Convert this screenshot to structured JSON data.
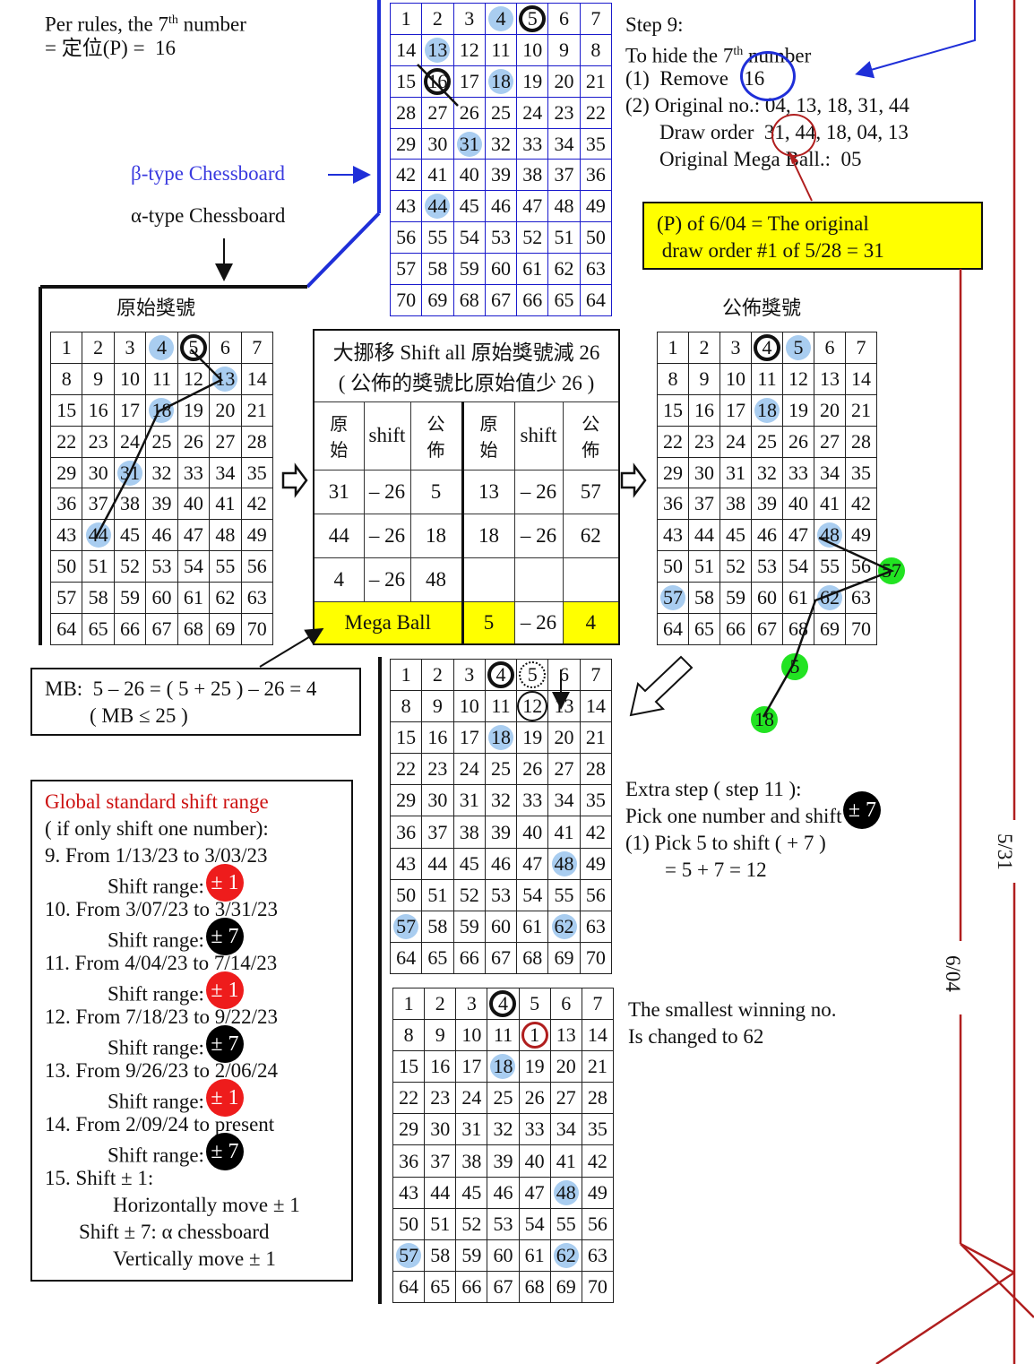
{
  "per_rules": {
    "line1_a": "Per rules, the 7",
    "line1_sup": "th",
    "line1_b": " number",
    "line2": "= 定位(P) =  16"
  },
  "beta_label": "β-type Chessboard",
  "alpha_label": "α-type Chessboard",
  "step9": {
    "l1": "Step 9:",
    "l2_a": "To hide the 7",
    "l2_sup": "th",
    "l2_b": " number",
    "l3": "(1)  Remove   16",
    "l4": "(2) Original no.: 04, 13, 18, 31, 44",
    "l5": "Draw order  31, 44, 18, 04, 13",
    "l6": "Original Mega Ball.:  05"
  },
  "yellow_note": {
    "l1": "(P) of 6/04 = The original",
    "l2": " draw order #1 of 5/28 = 31"
  },
  "orig_title": "原始獎號",
  "pub_title": "公佈獎號",
  "shift_table": {
    "header1": "大挪移 Shift all 原始獎號減 26",
    "header2": "( 公佈的獎號比原始值少 26 )",
    "col_orig": "原\n始",
    "col_shift": "shift",
    "col_pub": "公\n佈",
    "rows": [
      [
        "31",
        "– 26",
        "5",
        "13",
        "– 26",
        "57"
      ],
      [
        "44",
        "– 26",
        "18",
        "18",
        "– 26",
        "62"
      ],
      [
        "4",
        "– 26",
        "48",
        "",
        "",
        ""
      ]
    ],
    "mega_label": "Mega Ball",
    "mega": [
      "5",
      "– 26",
      "4"
    ]
  },
  "mb_box": {
    "l1": "MB:  5 – 26 = ( 5 + 25 ) – 26 = 4",
    "l2": "( MB ≤ 25 )"
  },
  "global": {
    "title": "Global standard shift range",
    "sub": "( if only shift one number):",
    "items": [
      {
        "range": "9. From 1/13/23 to 3/03/23",
        "label": "Shift range:",
        "badge": "± 1",
        "color": "red"
      },
      {
        "range": "10. From 3/07/23 to 3/31/23",
        "label": "Shift range:",
        "badge": "± 7",
        "color": "black"
      },
      {
        "range": "11. From 4/04/23 to 7/14/23",
        "label": "Shift range:",
        "badge": "± 1",
        "color": "red"
      },
      {
        "range": "12. From 7/18/23 to 9/22/23",
        "label": "Shift range:",
        "badge": "± 7",
        "color": "black"
      },
      {
        "range": "13. From 9/26/23 to 2/06/24",
        "label": "Shift range:",
        "badge": "± 1",
        "color": "red"
      },
      {
        "range": "14. From 2/09/24 to present",
        "label": "Shift range:",
        "badge": "± 7",
        "color": "black"
      }
    ],
    "l15a": "15. Shift ± 1:",
    "l15b": "Horizontally move ± 1",
    "l15c": "Shift ± 7: α chessboard",
    "l15d": "Vertically move ± 1"
  },
  "extra": {
    "l1": "Extra step ( step 11 ):",
    "l2": "Pick one number and shift",
    "badge": "± 7",
    "l3": "(1) Pick 5 to shift ( + 7 )",
    "l4": "= 5 + 7 = 12"
  },
  "smallest": {
    "l1": "The smallest winning no.",
    "l2": "Is changed to 62"
  },
  "green_labels": [
    "57",
    "5",
    "18"
  ],
  "side_531": "5/31",
  "side_604": "6/04",
  "colors": {
    "blue_highlight": "#a9cdf0",
    "yellow": "#ffff00",
    "green": "#22e322",
    "red_badge": "#ee1c1c",
    "dark_red_line": "#b01e1e",
    "beta_blue": "#1a1acc",
    "title_red": "#cc1111"
  }
}
